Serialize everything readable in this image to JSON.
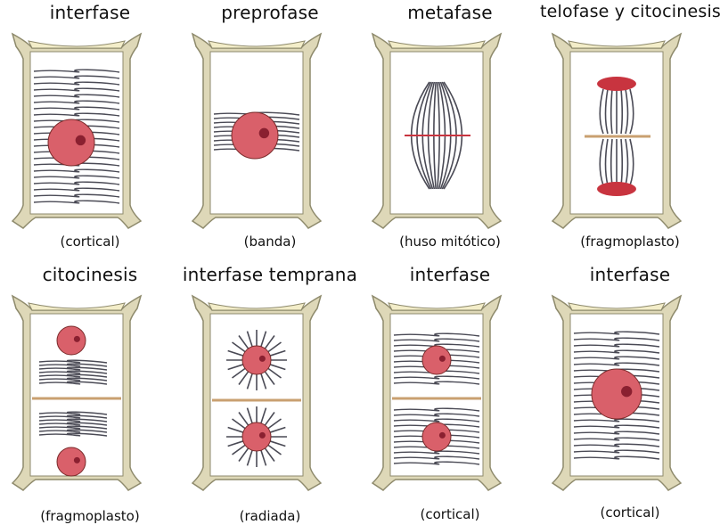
{
  "panels": [
    {
      "title": "interfase",
      "caption": "(cortical)"
    },
    {
      "title": "preprofase",
      "caption": "(banda)"
    },
    {
      "title": "metafase",
      "caption": "(huso mitótico)"
    },
    {
      "title": "telofase y citocinesis",
      "caption": "(fragmoplasto)"
    },
    {
      "title": "citocinesis",
      "caption": "(fragmoplasto)"
    },
    {
      "title": "interfase temprana",
      "caption": "(radiada)"
    },
    {
      "title": "interfase",
      "caption": "(cortical)"
    },
    {
      "title": "interfase",
      "caption": "(cortical)"
    }
  ],
  "colors": {
    "wall": "#ded8b8",
    "wall_stroke": "#8e8a6c",
    "wall_top": "#f3edc9",
    "microtubule": "#4a4a55",
    "nucleus": "#d9606a",
    "nucleolus": "#8a2030",
    "chromatin": "#c8343f",
    "new_wall": "#c9a070"
  }
}
